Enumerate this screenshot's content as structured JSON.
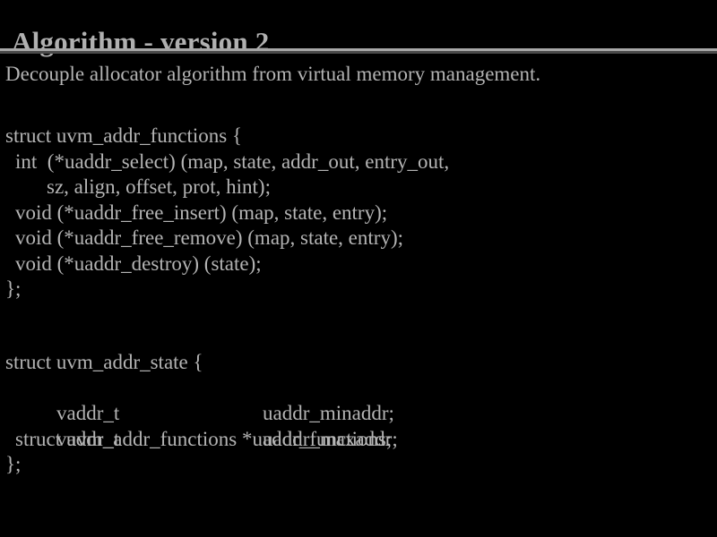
{
  "slide": {
    "title": "Algorithm - version 2",
    "subtitle": "Decouple allocator algorithm from virtual memory management.",
    "colors": {
      "background": "#000000",
      "text": "#b4b4b4",
      "title_text": "#b0b0b0",
      "rule_light": "#a8a8a8",
      "rule_dark": "#4a4a4a"
    },
    "code_blocks": [
      {
        "name": "uvm_addr_functions",
        "lines": [
          {
            "indent": 0,
            "text": "struct uvm_addr_functions {"
          },
          {
            "indent": 1,
            "text": "int  (*uaddr_select) (map, state, addr_out, entry_out,"
          },
          {
            "indent": 2,
            "text": "sz, align, offset, prot, hint);"
          },
          {
            "indent": 1,
            "text": "void (*uaddr_free_insert) (map, state, entry);"
          },
          {
            "indent": 1,
            "text": "void (*uaddr_free_remove) (map, state, entry);"
          },
          {
            "indent": 1,
            "text": "void (*uaddr_destroy) (state);"
          },
          {
            "indent": 0,
            "text": "};"
          }
        ]
      },
      {
        "name": "uvm_addr_state",
        "header": "struct uvm_addr_state {",
        "fields": [
          {
            "type": "vaddr_t",
            "member": "uaddr_minaddr;"
          },
          {
            "type": "vaddr_t",
            "member": "uaddr_maxaddr;"
          }
        ],
        "trailing_line": "struct uvm_addr_functions *uaddr_functions;",
        "closer": "};"
      }
    ]
  }
}
